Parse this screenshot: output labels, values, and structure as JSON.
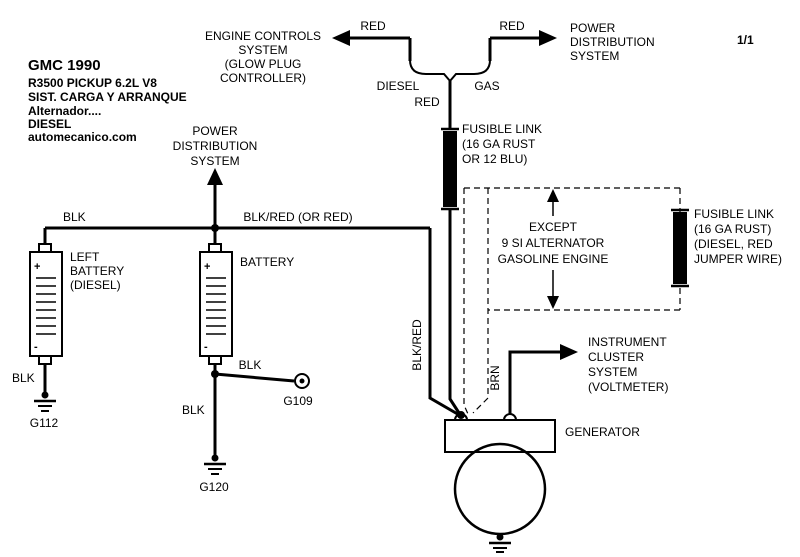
{
  "page": {
    "indicator": "1/1"
  },
  "header": {
    "title": "GMC 1990",
    "line1": "R3500 PICKUP  6.2L  V8",
    "line2": "SIST. CARGA Y ARRANQUE",
    "line3": "Alternador....",
    "line4": "DIESEL",
    "line5": "automecanico.com"
  },
  "systems": {
    "engine_controls": [
      "ENGINE CONTROLS",
      "SYSTEM",
      "(GLOW PLUG",
      "CONTROLLER)"
    ],
    "power_distribution_top": [
      "POWER",
      "DISTRIBUTION",
      "SYSTEM"
    ],
    "power_distribution_mid": [
      "POWER",
      "DISTRIBUTION",
      "SYSTEM"
    ],
    "instrument_cluster": [
      "INSTRUMENT",
      "CLUSTER",
      "SYSTEM",
      "(VOLTMETER)"
    ]
  },
  "components": {
    "fusible_link_1": [
      "FUSIBLE LINK",
      "(16 GA RUST",
      "OR 12 BLU)"
    ],
    "fusible_link_2": [
      "FUSIBLE LINK",
      "(16 GA RUST)",
      "(DIESEL, RED",
      "JUMPER WIRE)"
    ],
    "left_battery": [
      "LEFT",
      "BATTERY",
      "(DIESEL)"
    ],
    "battery": "BATTERY",
    "generator": "GENERATOR",
    "except_note": [
      "EXCEPT",
      "9 SI ALTERNATOR",
      "GASOLINE ENGINE"
    ]
  },
  "wires": {
    "red_engine": "RED",
    "red_power": "RED",
    "red_fusible": "RED",
    "diesel_branch": "DIESEL",
    "gas_branch": "GAS",
    "blk_bus": "BLK",
    "blkred_bus": "BLK/RED (OR RED)",
    "blk_left_battery": "BLK",
    "blk_g109": "BLK",
    "blk_g120": "BLK",
    "blkred_generator": "BLK/RED",
    "brn": "BRN"
  },
  "grounds": {
    "g112": "G112",
    "g109": "G109",
    "g120": "G120"
  },
  "symbols": {
    "plus": "+",
    "minus": "-"
  }
}
